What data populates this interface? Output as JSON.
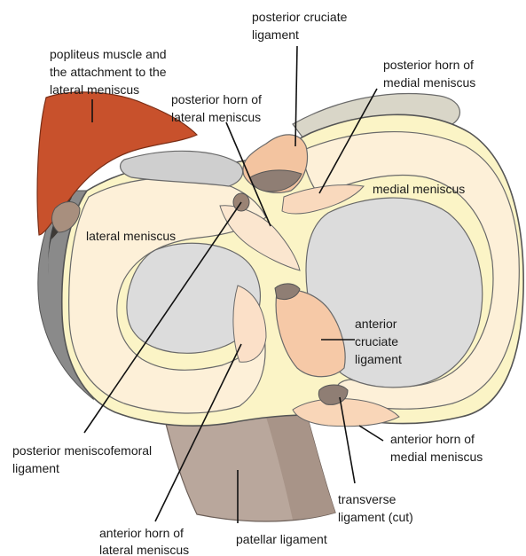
{
  "labels": {
    "pcl": [
      "posterior cruciate",
      "ligament"
    ],
    "popliteus": [
      "popliteus muscle and",
      "the attachment to the",
      "lateral meniscus"
    ],
    "post_horn_lateral": [
      "posterior horn of",
      "lateral meniscus"
    ],
    "post_horn_medial": [
      "posterior horn of",
      "medial meniscus"
    ],
    "medial_meniscus": [
      "medial meniscus"
    ],
    "lateral_meniscus": [
      "lateral meniscus"
    ],
    "acl": [
      "anterior",
      "cruciate",
      "ligament"
    ],
    "post_meniscofemoral": [
      "posterior meniscofemoral",
      "ligament"
    ],
    "ant_horn_medial": [
      "anterior horn of",
      "medial meniscus"
    ],
    "transverse": [
      "transverse",
      "ligament (cut)"
    ],
    "ant_horn_lateral": [
      "anterior horn of",
      "lateral meniscus"
    ],
    "patellar": [
      "patellar ligament"
    ]
  },
  "colors": {
    "tibial_plateau": "#fbf4c6",
    "meniscus": "#fdf0d8",
    "cartilage": "#dedede",
    "popliteus": "#c8512c",
    "ligament": "#f3c4a0",
    "patellar_ligament": "#b9a79c",
    "outline": "#555555"
  }
}
